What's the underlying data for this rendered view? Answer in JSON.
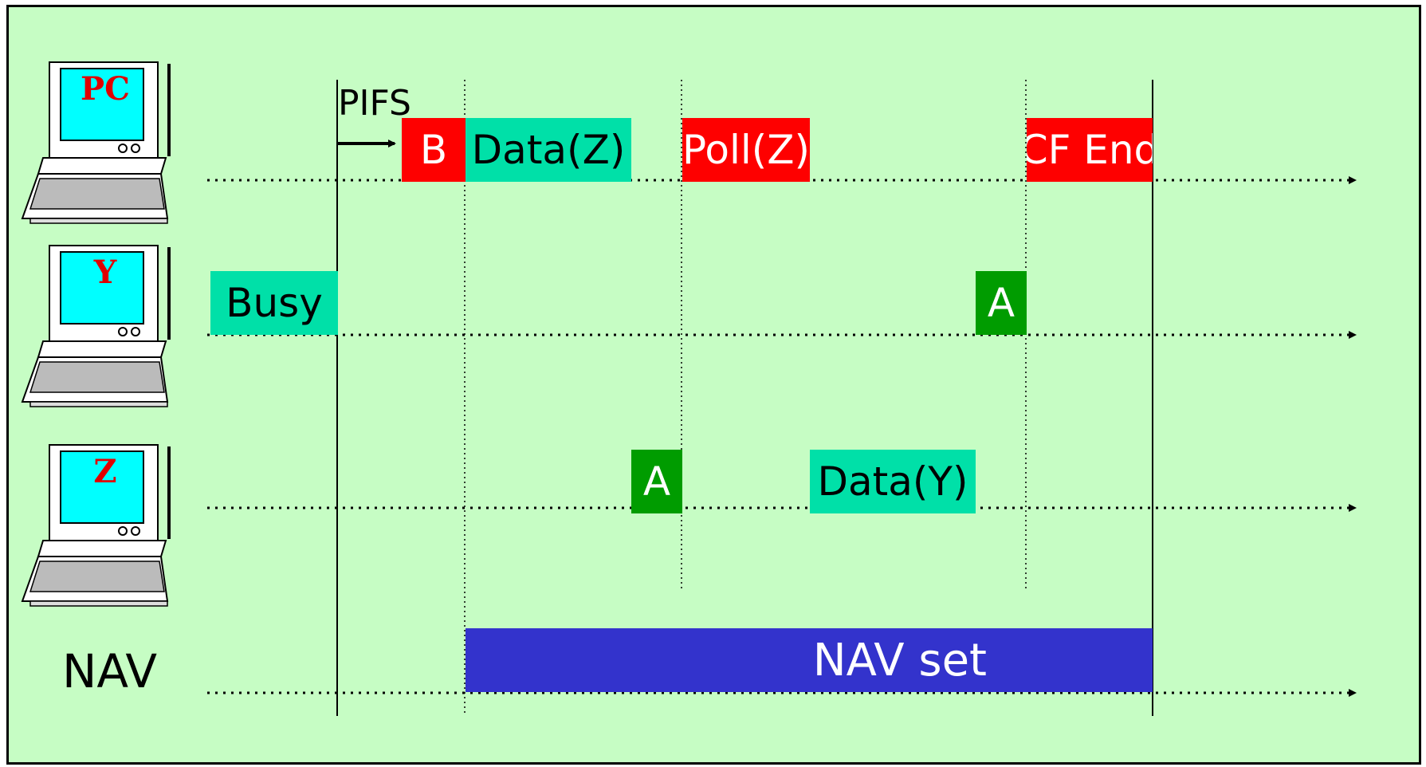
{
  "stations": [
    {
      "id": "pc",
      "label": "PC"
    },
    {
      "id": "y",
      "label": "Y"
    },
    {
      "id": "z",
      "label": "Z"
    }
  ],
  "nav_row_label": "NAV",
  "pifs_label": "PIFS",
  "frames": {
    "pc_beacon": "B",
    "pc_data": "Data(Z)",
    "pc_poll": "Poll(Z)",
    "pc_cf_end": "CF End",
    "y_busy": "Busy",
    "y_ack": "A",
    "z_ack": "A",
    "z_data": "Data(Y)",
    "nav_set": "NAV set"
  },
  "colors": {
    "background": "#c6fdc4",
    "control_frame": "#fe0000",
    "data_frame": "#00e0a8",
    "ack_frame": "#009c00",
    "nav_bar": "#3333cc",
    "station_screen": "#00ffff",
    "station_letter": "#e00000"
  }
}
